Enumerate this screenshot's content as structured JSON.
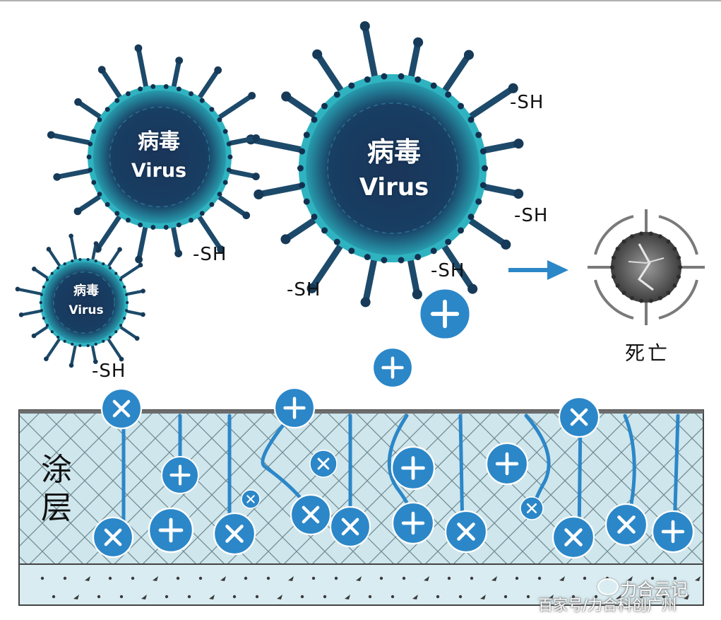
{
  "viruses": {
    "large": {
      "cn": "病毒",
      "en": "Virus"
    },
    "medium": {
      "cn": "病毒",
      "en": "Virus"
    },
    "small": {
      "cn": "病毒",
      "en": "Virus"
    }
  },
  "thiol_groups": {
    "sh_1": "-SH",
    "sh_2": "-SH",
    "sh_3": "-SH",
    "sh_4": "-SH",
    "sh_5": "-SH",
    "sh_6": "-SH"
  },
  "coating_label": {
    "line1": "涂",
    "line2": "层"
  },
  "death_label": "死亡",
  "watermark": {
    "top": "力合云记",
    "bottom": "百家号/力合科创广州"
  },
  "colors": {
    "accent_blue": "#2b87c8",
    "coating_fill": "#cfe6ec",
    "virus_teal": "#2fb3c0",
    "virus_core": "#173a5e"
  },
  "icons": {
    "charge": "plus-icon",
    "bound_charge": "cross-icon",
    "arrow": "arrow-right-icon",
    "dead_virus": "dead-virus-icon"
  }
}
